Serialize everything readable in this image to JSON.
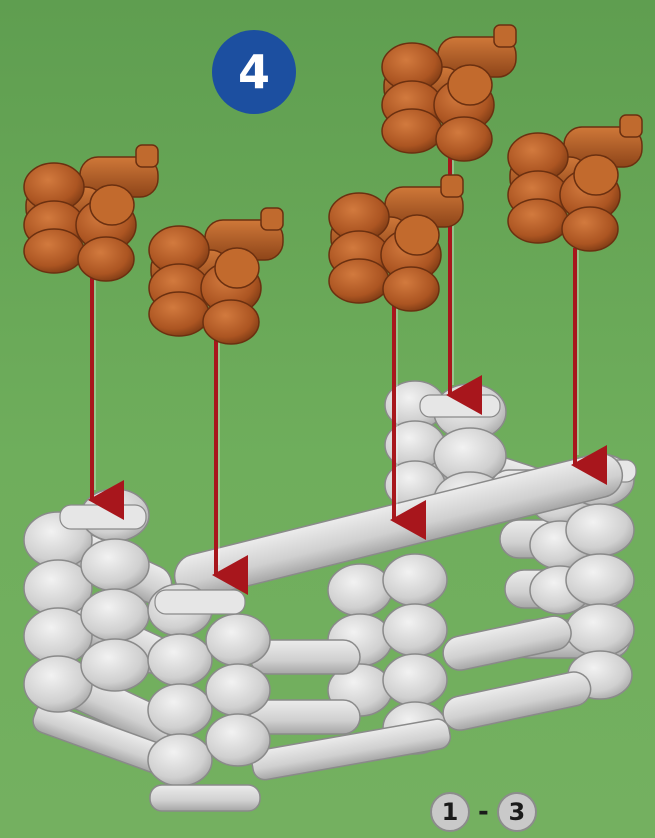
{
  "step": {
    "number": "4"
  },
  "reference": {
    "from": "1",
    "separator": "-",
    "to": "3"
  },
  "colors": {
    "background": "#6aa85a",
    "badge": "#1c4fa0",
    "brown_log": "#b25a26",
    "white_log": "#d2d2d2",
    "arrow": "#a8161c"
  },
  "icons": [
    "corner-log-piece-icon",
    "log-cabin-base-icon",
    "down-arrow-icon"
  ]
}
